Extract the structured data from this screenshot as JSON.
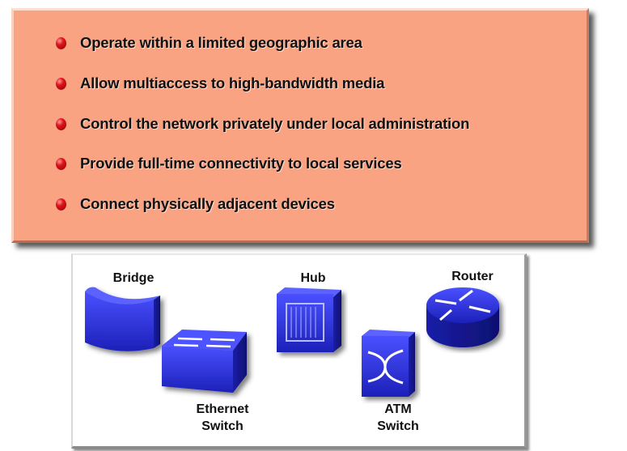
{
  "characteristics": [
    "Operate within a limited geographic area",
    "Allow multiaccess to high-bandwidth media",
    "Control the network privately under local administration",
    "Provide full-time connectivity to local services",
    "Connect physically adjacent devices"
  ],
  "devices": {
    "bridge": "Bridge",
    "hub": "Hub",
    "router": "Router",
    "ethernet_switch": [
      "Ethernet",
      "Switch"
    ],
    "atm_switch": [
      "ATM",
      "Switch"
    ]
  },
  "colors": {
    "panel": "#f9a383",
    "device": "#2a2ee0",
    "bullet": "#d0121a"
  }
}
